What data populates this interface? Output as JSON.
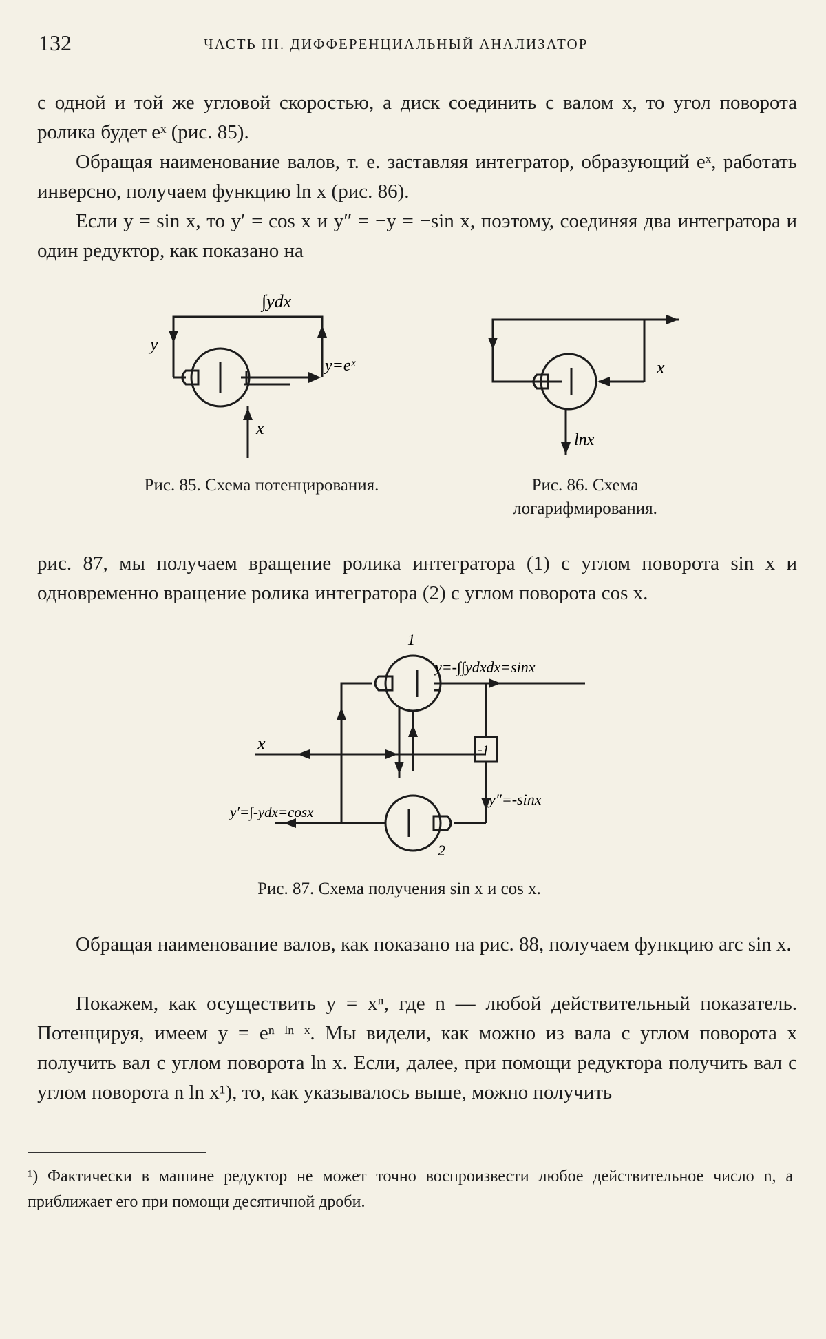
{
  "header": {
    "page_number": "132",
    "running_title": "ЧАСТЬ III. ДИФФЕРЕНЦИАЛЬНЫЙ АНАЛИЗАТОР"
  },
  "paragraphs": {
    "p1": "с одной и той же угловой скоростью, а диск соединить с валом x, то угол поворота ролика будет eˣ (рис. 85).",
    "p2": "Обращая наименование валов, т. е. заставляя интегратор, образующий eˣ, работать инверсно, получаем функцию ln x (рис. 86).",
    "p3": "Если y = sin x, то y′ = cos x и y″ = −y = −sin x, поэтому, соединяя два интегратора и один редуктор, как показано на",
    "p4": "рис. 87, мы получаем вращение ролика интегратора (1) с углом поворота sin x и одновременно вращение ролика интегратора (2) с углом поворота cos x.",
    "p5": "Обращая наименование валов, как показано на рис. 88, получаем функцию arc sin x.",
    "p6": "Покажем, как осуществить y = xⁿ, где n — любой действительный показатель. Потенцируя, имеем y = eⁿ ˡⁿ ˣ. Мы видели, как можно из вала с углом поворота x получить вал с углом поворота ln x. Если, далее, при помощи редуктора получить вал с углом поворота n ln x¹), то, как указывалось выше, можно получить"
  },
  "figures": {
    "fig85": {
      "caption": "Рис. 85. Схема потенцирования.",
      "label_integral": "∫ydx",
      "label_y": "y",
      "label_out": "y=eˣ",
      "label_x": "x"
    },
    "fig86": {
      "caption": "Рис. 86. Схема логарифмирования.",
      "label_x": "x",
      "label_out": "lnx"
    },
    "fig87": {
      "caption": "Рис. 87. Схема получения sin x и cos x.",
      "label_1": "1",
      "label_2": "2",
      "label_top": "y=-∫∫ydxdx=sinx",
      "label_x": "x",
      "label_reducer": "-1",
      "label_ypp": "y″=-sinx",
      "label_yp": "y′=∫-ydx=cosx"
    }
  },
  "footnote": {
    "text": "¹) Фактически в машине редуктор не может точно воспроизвести любое действительное число n, а приближает его при помощи десятичной дроби."
  },
  "colors": {
    "paper": "#f4f1e6",
    "ink": "#1c1c1c"
  }
}
